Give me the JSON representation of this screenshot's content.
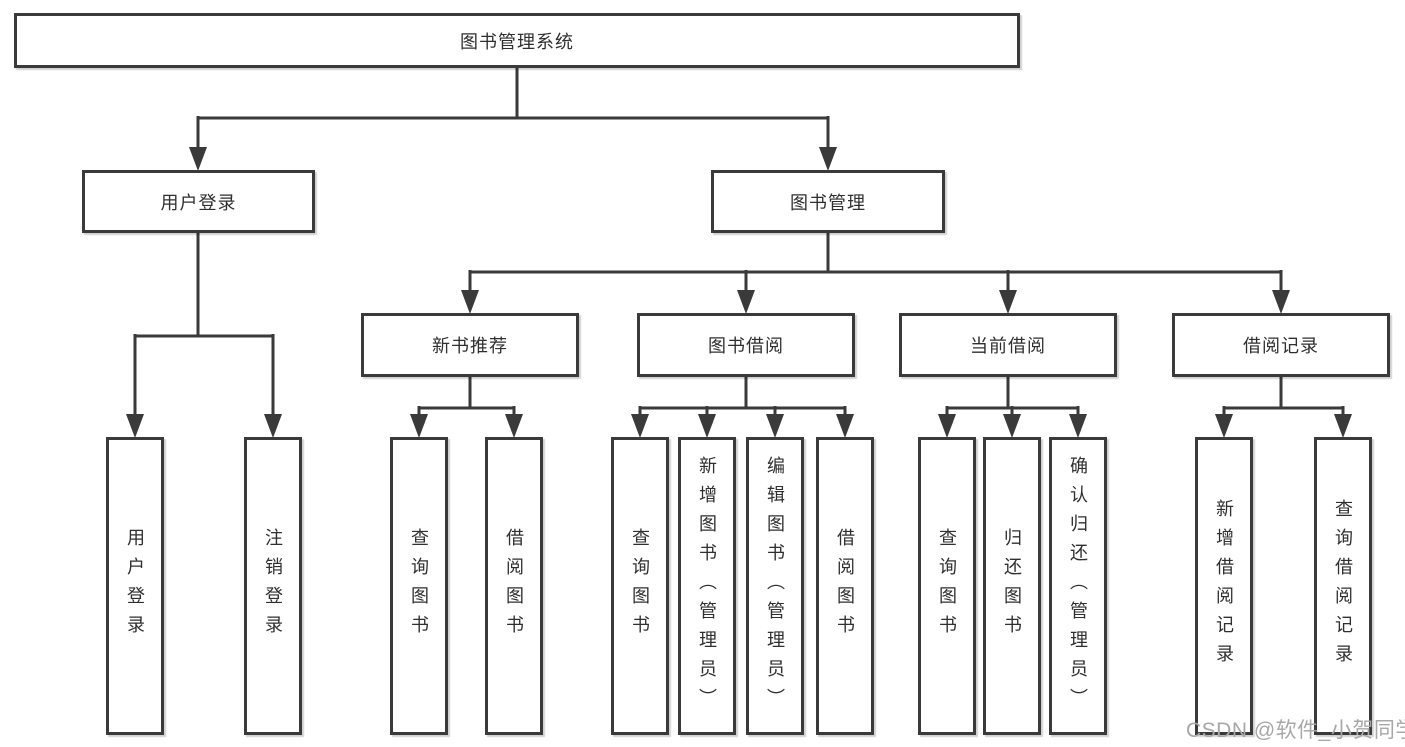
{
  "root": {
    "label": "图书管理系统"
  },
  "level2": [
    {
      "label": "用户登录"
    },
    {
      "label": "图书管理"
    }
  ],
  "level3": [
    {
      "label": "新书推荐"
    },
    {
      "label": "图书借阅"
    },
    {
      "label": "当前借阅"
    },
    {
      "label": "借阅记录"
    }
  ],
  "leaves": [
    {
      "label": "用户登录"
    },
    {
      "label": "注销登录"
    },
    {
      "label": "查询图书"
    },
    {
      "label": "借阅图书"
    },
    {
      "label": "查询图书"
    },
    {
      "label": "新增图书（管理员）"
    },
    {
      "label": "编辑图书（管理员）"
    },
    {
      "label": "借阅图书"
    },
    {
      "label": "查询图书"
    },
    {
      "label": "归还图书"
    },
    {
      "label": "确认归还（管理员）"
    },
    {
      "label": "新增借阅记录"
    },
    {
      "label": "查询借阅记录"
    }
  ],
  "watermark": "CSDN @软件_小贺同学",
  "colors": {
    "line": "#3a3a3a",
    "text": "#2f2f2f",
    "box_fill": "#ffffff",
    "background": "#ffffff",
    "watermark": "#a8a8a8"
  }
}
